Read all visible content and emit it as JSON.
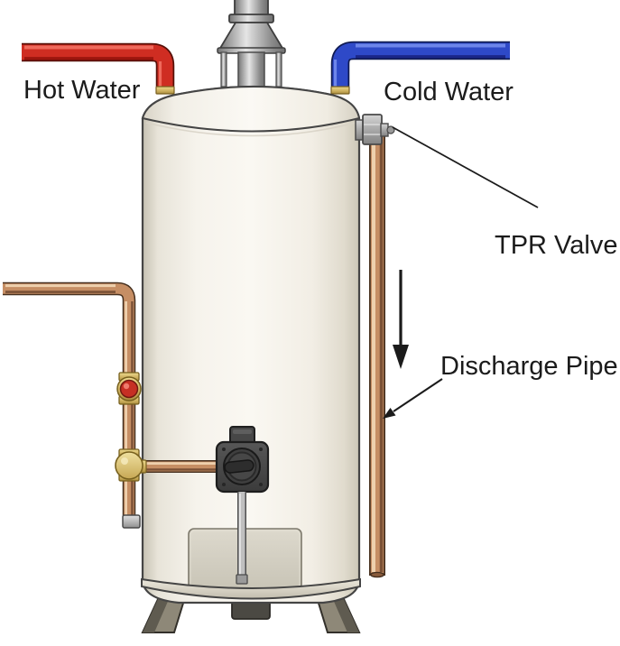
{
  "diagram": {
    "labels": {
      "hot_water": "Hot Water",
      "cold_water": "Cold Water",
      "tpr_valve": "TPR Valve",
      "discharge_pipe": "Discharge Pipe"
    },
    "colors": {
      "hot_water_pipe": "#cf2d22",
      "cold_water_pipe": "#2e49c8",
      "copper_pipe": "#c68e64",
      "tank_body": "#f6f3ec",
      "flue_metal": "#a6a6a6",
      "brass_fitting": "#cdb05e",
      "gas_valve": "#3f3f3f",
      "annotation": "#1b1b1b",
      "background": "#ffffff"
    }
  }
}
